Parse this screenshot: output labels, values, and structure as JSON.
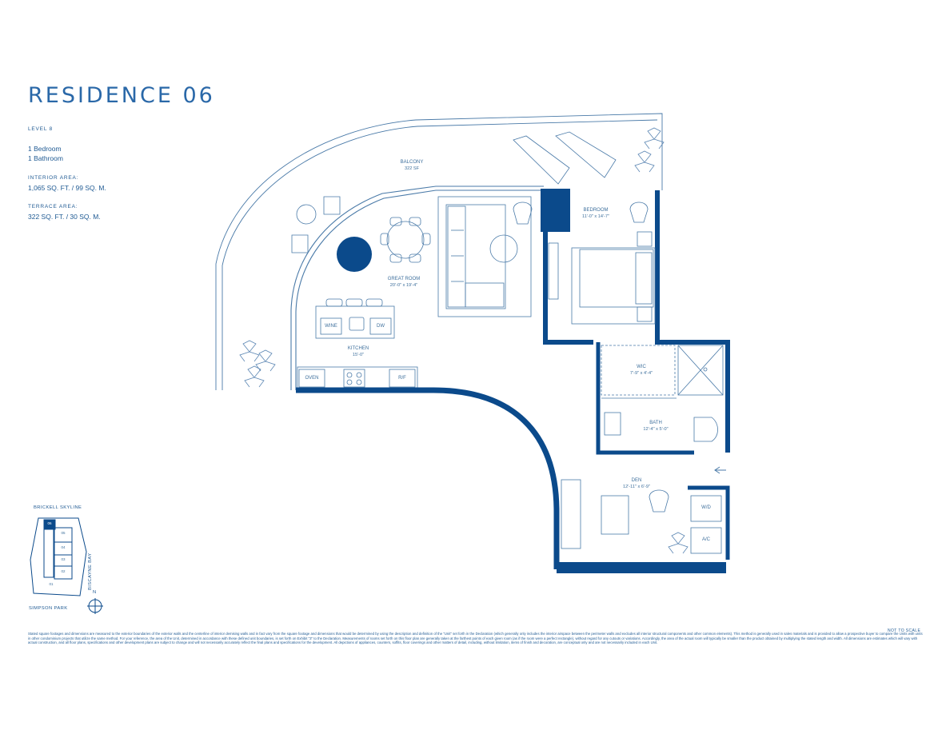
{
  "residence": {
    "title": "RESIDENCE 06",
    "level": "LEVEL 8",
    "bedrooms": "1 Bedroom",
    "bathrooms": "1 Bathroom",
    "interior_label": "INTERIOR AREA:",
    "interior_value": "1,065 SQ. FT. / 99 SQ. M.",
    "terrace_label": "TERRACE AREA:",
    "terrace_value": "322 SQ. FT. / 30 SQ. M."
  },
  "rooms": {
    "balcony_name": "BALCONY",
    "balcony_area": "322 SF",
    "great_room_name": "GREAT ROOM",
    "great_room_dims": "20'-0\" x 19'-4\"",
    "kitchen_name": "KITCHEN",
    "kitchen_dims": "15'-0\"",
    "bedroom_name": "BEDROOM",
    "bedroom_dims": "11'-0\" x 14'-7\"",
    "wic_name": "WIC",
    "wic_dims": "7'-9\" x 4'-4\"",
    "bath_name": "BATH",
    "bath_dims": "12'-4\" x 5'-0\"",
    "den_name": "DEN",
    "den_dims": "12'-11\" x 6'-9\""
  },
  "appliances": {
    "wine": "WINE",
    "dw": "DW",
    "oven": "OVEN",
    "rf": "R/F",
    "wd": "W/D",
    "ac": "A/C"
  },
  "keyplan": {
    "top_label": "BRICKELL SKYLINE",
    "side_label": "BISCAYNE BAY",
    "bottom_label": "SIMPSON PARK",
    "north": "N",
    "units": [
      "06",
      "05",
      "04",
      "03",
      "02",
      "01"
    ]
  },
  "footer": {
    "scale_note": "NOT TO SCALE",
    "disclaimer": "Stated square footages and dimensions are measured to the exterior boundaries of the exterior walls and the centerline of interior demising walls and in fact vary from the square footage and dimensions that would be determined by using the description and definition of the \"Unit\" set forth in the Declaration (which generally only includes the interior airspace between the perimeter walls and excludes all interior structural components and other common elements). This method is generally used in sales materials and is provided to allow a prospective buyer to compare the Units with units in other condominium projects that utilize the same method. For your reference, the area of the Unit, determined in accordance with these defined unit boundaries, is set forth on Exhibit \"3\" to the Declaration. Measurements of rooms set forth on this floor plan are generally taken at the farthest points of each given room (as if the room were a perfect rectangle), without regard for any cutouts or variations. Accordingly, the area of the actual room will typically be smaller than the product obtained by multiplying the stated length and width. All dimensions are estimates which will vary with actual construction, and all floor plans, specifications and other development plans are subject to change and will not necessarily accurately reflect the final plans and specifications for the development. All depictions of appliances, counters, soffits, floor coverings and other matters of detail, including, without limitation, items of finish and decoration, are conceptual only and are not necessarily included in each Unit."
  },
  "colors": {
    "wall": "#0b4a8b",
    "line": "#4a7aa8",
    "plant": "#5b86b3"
  }
}
